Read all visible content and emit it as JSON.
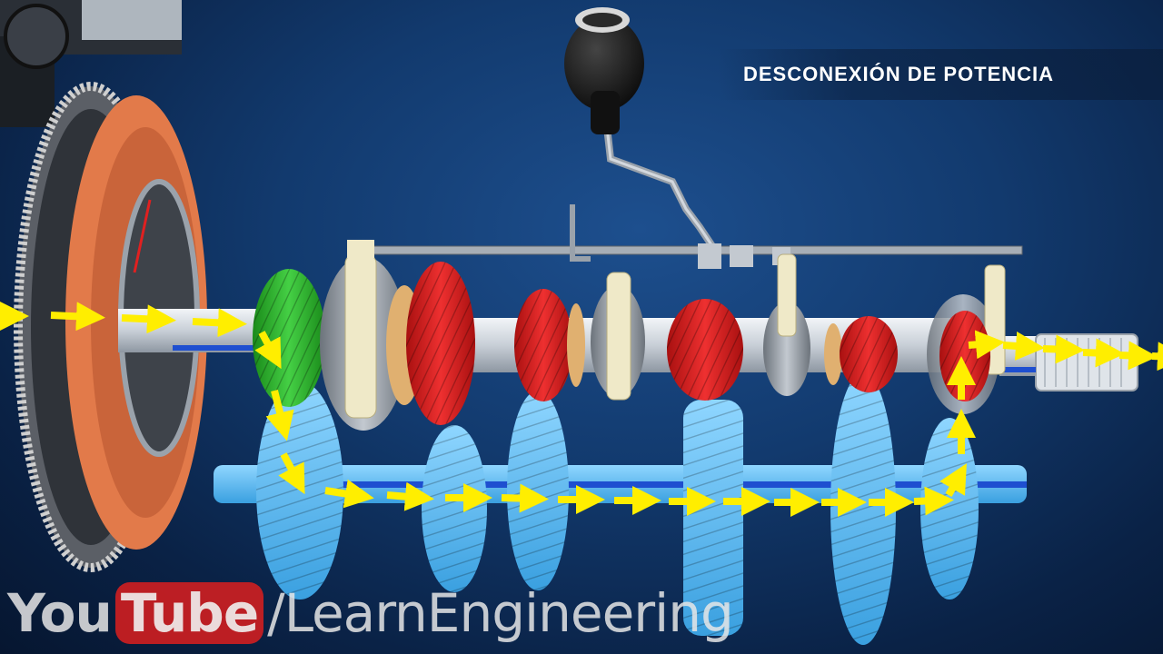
{
  "title": "DESCONEXIÓN DE POTENCIA",
  "watermark": {
    "brand_you": "You",
    "brand_tube": "Tube",
    "channel": "/LearnEngineering"
  },
  "colors": {
    "background": "#123a6e",
    "clutch": "#e27a4a",
    "input_gear": "#2fb52f",
    "main_gears": "#d81f1f",
    "counter_gears": "#5bbcf0",
    "arrows": "#ffee00",
    "shaft": "#cfd6de",
    "synchro": "#9aa2ab",
    "fork": "#efe9c8"
  }
}
